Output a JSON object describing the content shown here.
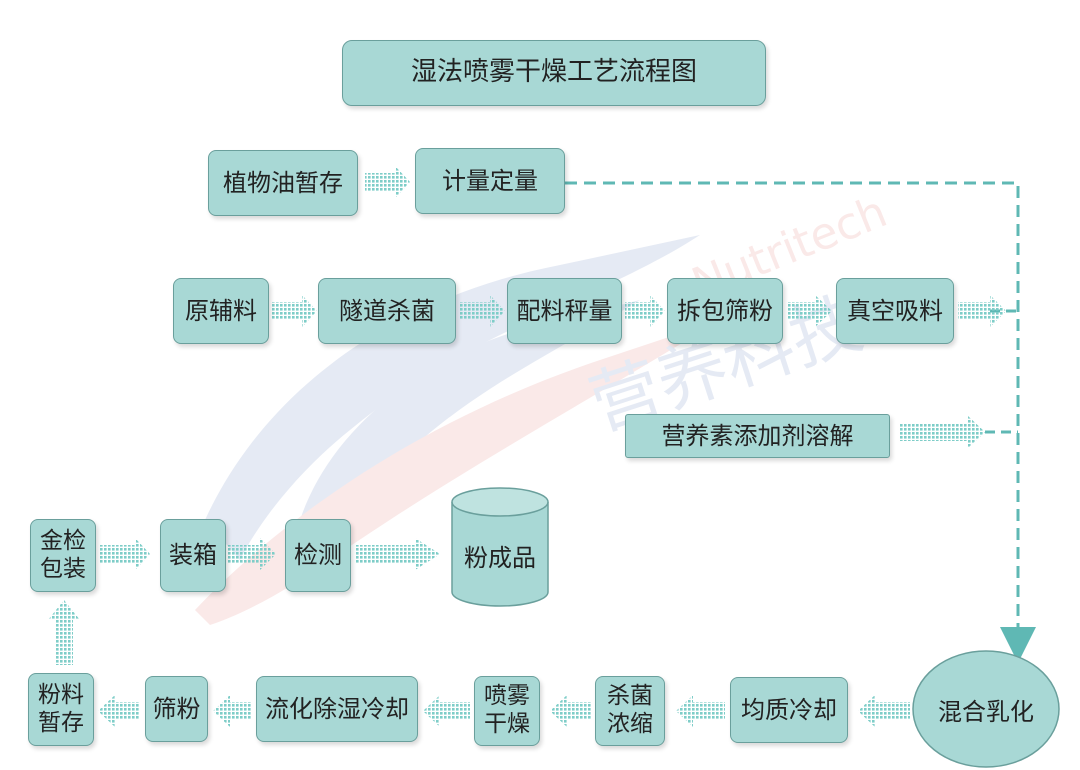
{
  "title": "湿法喷雾干燥工艺流程图",
  "watermark": {
    "latin": "Nutritech",
    "chinese": "营养科技"
  },
  "nodes": {
    "oil_storage": "植物油暂存",
    "metering": "计量定量",
    "raw_material": "原辅料",
    "tunnel_sterilize": "隧道杀菌",
    "batch_weigh": "配料秤量",
    "unpack_sieve": "拆包筛粉",
    "vacuum_feed": "真空吸料",
    "nutrient_dissolve": "营养素添加剂溶解",
    "mix_emulsify": "混合乳化",
    "homogenize_cool": "均质冷却",
    "sterilize_concentrate": "杀菌浓缩",
    "spray_dry": "喷雾干燥",
    "fluid_dehumidify_cool": "流化除湿冷却",
    "sieve_powder": "筛粉",
    "powder_storage": "粉料暂存",
    "metal_check_pack": "金检包装",
    "boxing": "装箱",
    "inspection": "检测",
    "finished_powder": "粉成品"
  },
  "colors": {
    "box_fill": "#a8d8d5",
    "box_border": "#6a9f9c",
    "arrow": "#7ecdc8",
    "dashed_line": "#5fb8b4",
    "watermark_blue": "#3b5fa8",
    "watermark_red": "#d9534f"
  }
}
